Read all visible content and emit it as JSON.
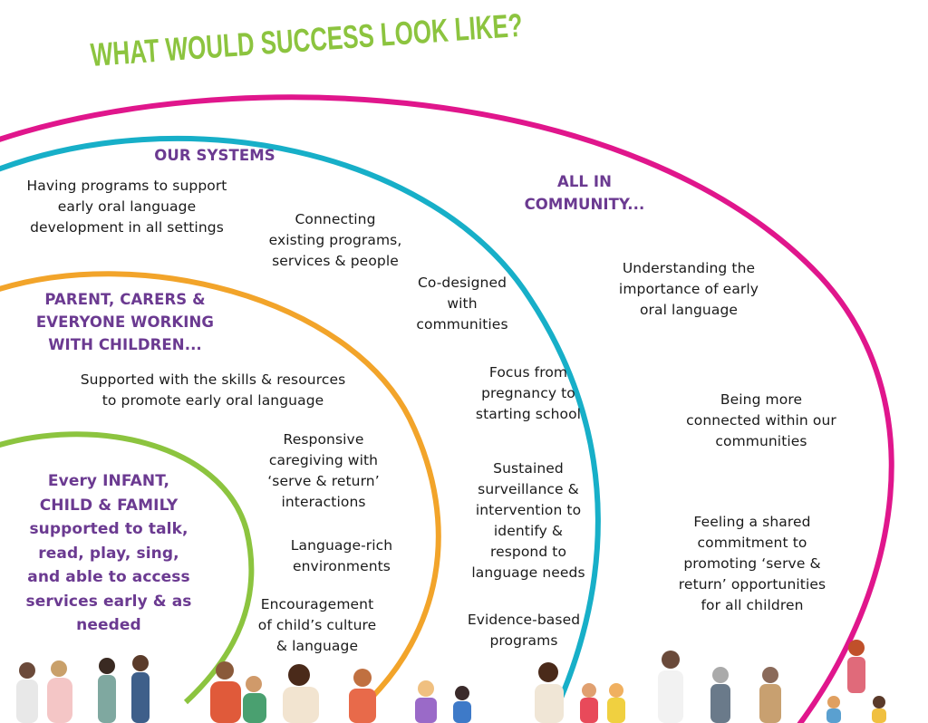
{
  "title": "WHAT WOULD SUCCESS LOOK LIKE?",
  "colors": {
    "title": "#8cc43f",
    "heading": "#6b3a91",
    "outer_ring": "#e0168c",
    "systems_ring": "#17afc8",
    "parents_ring": "#f2a42a",
    "child_ring": "#8cc43f"
  },
  "community": {
    "heading": "ALL IN\nCOMMUNITY...",
    "items": [
      "Understanding the\nimportance of early\noral language",
      "Being more\nconnected within our\ncommunities",
      "Feeling a shared\ncommitment to\npromoting ‘serve &\nreturn’ opportunities\nfor all children"
    ]
  },
  "systems": {
    "heading": "OUR SYSTEMS",
    "items": [
      "Having programs to support\nearly oral language\ndevelopment in all settings",
      "Connecting\nexisting programs,\nservices & people",
      "Co-designed\nwith\ncommunities",
      "Focus from\npregnancy to\nstarting school",
      "Sustained\nsurveillance &\nintervention to\nidentify &\nrespond to\nlanguage needs",
      "Evidence-based\nprograms"
    ]
  },
  "parents": {
    "heading": "PARENT, CARERS &\nEVERYONE WORKING\nWITH CHILDREN...",
    "items": [
      "Supported with the skills & resources\nto promote early oral language",
      "Responsive\ncaregiving with\n‘serve & return’\ninteractions",
      "Language-rich\nenvironments",
      "Encouragement\nof child’s culture\n& language"
    ]
  },
  "child": {
    "heading": "Every INFANT,\nCHILD & FAMILY\nsupported to talk,\nread, play, sing,\nand able to access\nservices early & as\nneeded"
  }
}
